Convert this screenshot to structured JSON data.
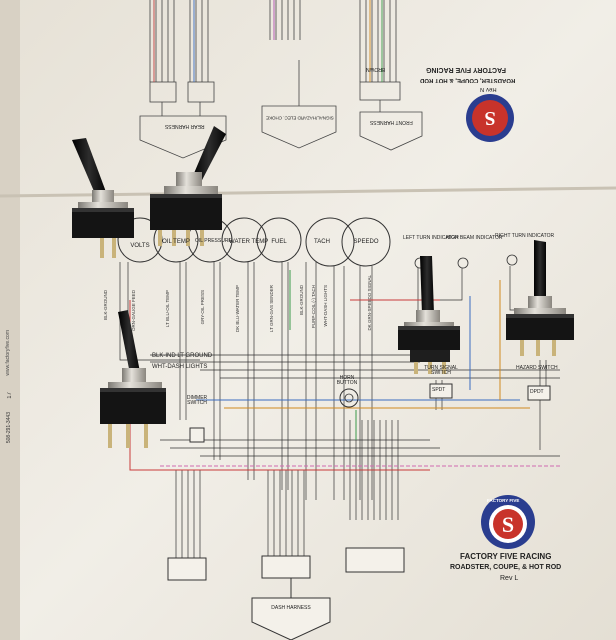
{
  "photo": {
    "subject": "toggle switches resting on a wiring diagram booklet",
    "colors": {
      "paper": "#efece4",
      "wall": "#6b5a44",
      "ink": "#2a2a2a",
      "switch_body": "#141414",
      "chrome": "#b9b5ad",
      "logo_red": "#c8332b",
      "logo_blue": "#2a3d8f"
    }
  },
  "top_page": {
    "title_1": "FACTORY FIVE RACING",
    "title_2": "ROADSTER, COUPE, & HOT ROD",
    "rev": "Rev N",
    "harness_rear": "REAR HARNESS",
    "harness_elec": "SIGNAL/HAZARD ELEC. CHOKE",
    "harness_front": "FRONT HARNESS",
    "brown": "BROWN"
  },
  "bottom_page": {
    "page_number": "17",
    "phone": "508-291-3443",
    "website": "www.factoryfive.com",
    "title_1": "FACTORY FIVE RACING",
    "title_2": "ROADSTER, COUPE, & HOT ROD",
    "rev": "Rev L",
    "logo_text": "FACTORY FIVE",
    "gauges": [
      "VOLTS",
      "OIL TEMP",
      "OIL PRESSURE",
      "WATER TEMP",
      "FUEL",
      "TACH",
      "SPEEDO"
    ],
    "indicators": [
      "LEFT TURN INDICATOR",
      "HIGH BEAM INDICATOR",
      "RIGHT TURN INDICATOR"
    ],
    "labels": {
      "ground": "BLK-IND LT GROUND",
      "dash_lights": "WHT-DASH LIGHTS",
      "dimmer": "DIMMER SWITCH",
      "horn": "HORN BUTTON",
      "turn_signal": "TURN SIGNAL SWITCH",
      "spdt": "SPDT",
      "dpdt": "DPDT",
      "hazard": "HAZARD SWITCH",
      "dash_harness": "DASH HARNESS"
    },
    "wire_labels": [
      "BLK-GROUND",
      "ORN-GAUGE FEED",
      "LT BLU-OIL TEMP",
      "GRY-OIL PRESS",
      "DK BLU-WATER TEMP",
      "LT GRN-GAS SENDER",
      "BLK-GROUND",
      "PURP-COIL (-) TACH",
      "WHT-DASH LIGHTS",
      "DK GRN-SPEEDO SIGNAL"
    ]
  }
}
